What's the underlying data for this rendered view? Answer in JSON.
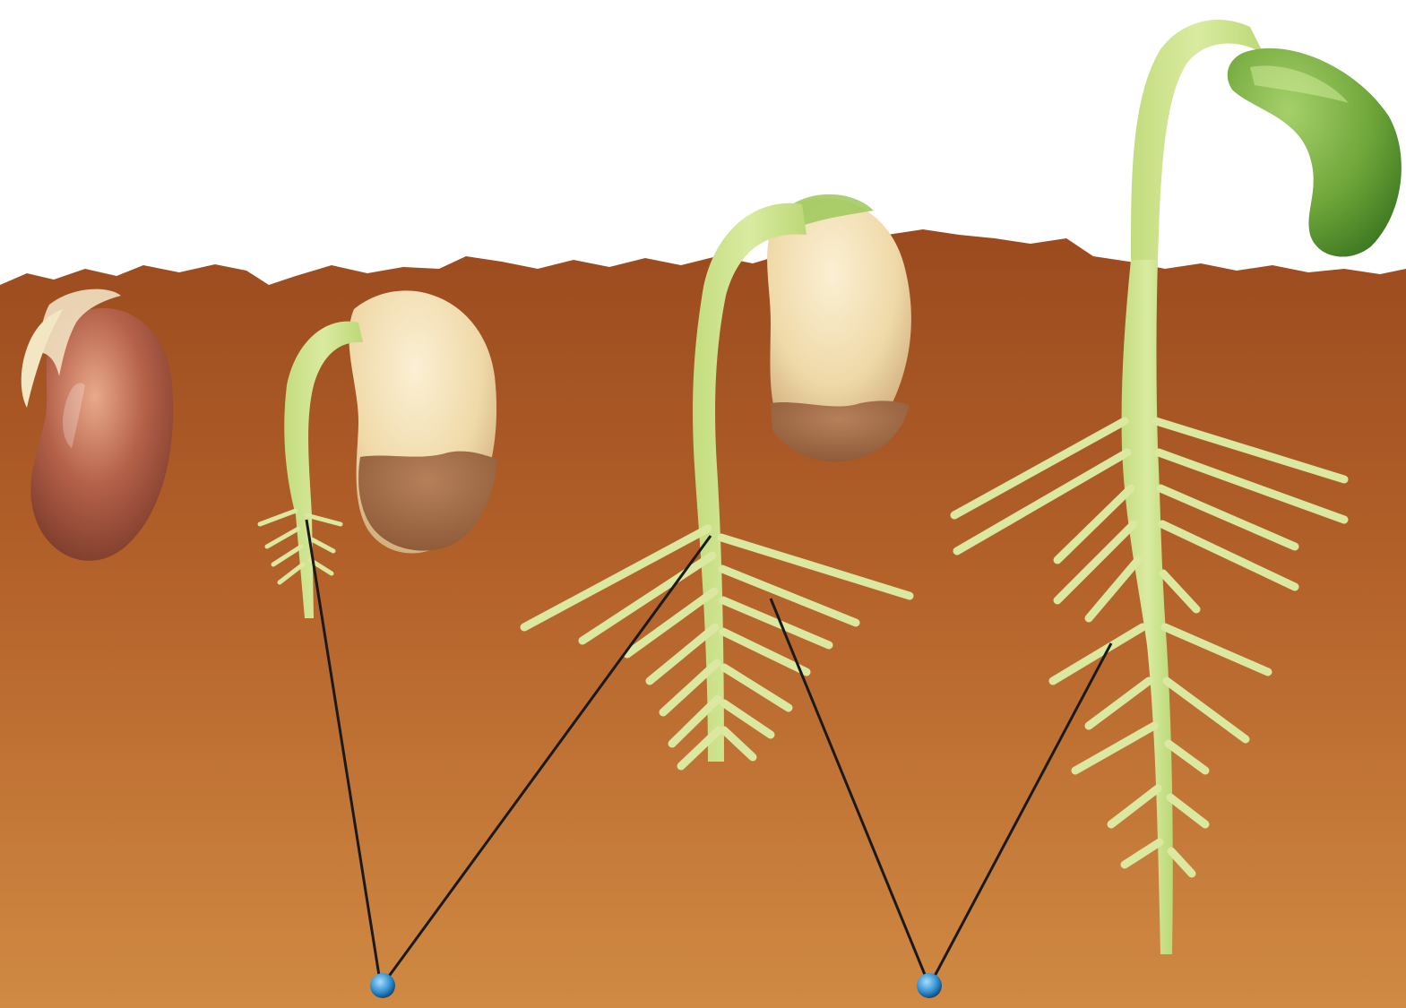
{
  "diagram": {
    "kind": "bean seed germination stages",
    "stage_count": 4,
    "label_point_count": 2,
    "colors": {
      "sky": "#ffffff",
      "soil_top": "#9a4a1e",
      "soil_mid": "#b4622a",
      "soil_bottom": "#d08a43",
      "seed_red": "#b5614a",
      "seed_tan": "#efd9a8",
      "seed_dark": "#8a5634",
      "stem_green": "#d9eba0",
      "root_green": "#dbe9a0",
      "cotyledon_green": "#6fa63a",
      "leader_line": "#1a1a1a",
      "marker_blue": "#2f8fd0"
    },
    "icons": [
      "seed-icon",
      "seedling-icon",
      "marker-dot-icon"
    ]
  }
}
